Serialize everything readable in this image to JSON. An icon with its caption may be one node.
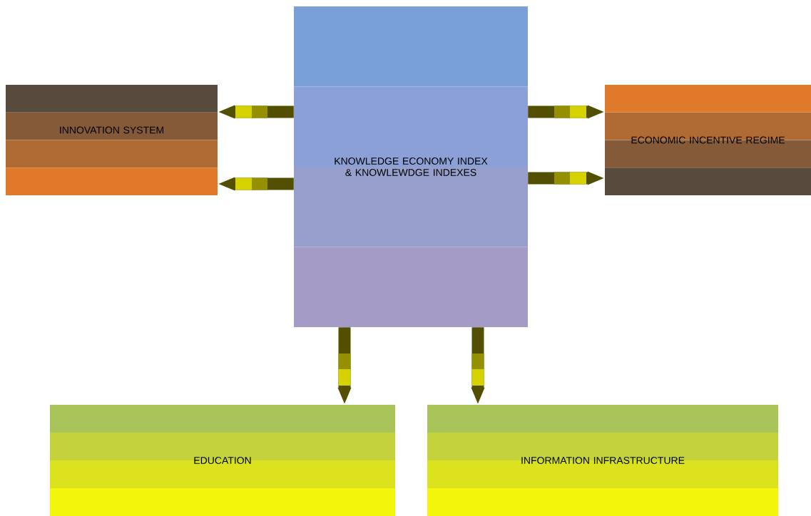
{
  "diagram": {
    "nodes": [
      {
        "text": [
          "KNOWLEDGE ECONOMY INDEX & KNOWLEWDGE INDEXES"
        ]
      },
      {
        "text": [
          "INNOVATION SYSTEM"
        ]
      },
      {
        "text": [
          "ECONOMIC INCENTIVE REGIME"
        ]
      },
      {
        "text": [
          "EDUCATION"
        ]
      },
      {
        "text": [
          "INFORMATION INFRASTRUCTURE"
        ]
      }
    ],
    "edges": [
      {
        "from": 0,
        "to": 1,
        "arrow": "to"
      },
      {
        "from": 0,
        "to": 1,
        "arrow": "to"
      },
      {
        "from": 0,
        "to": 2,
        "arrow": "to"
      },
      {
        "from": 0,
        "to": 2,
        "arrow": "to"
      },
      {
        "from": 0,
        "to": 3,
        "arrow": "to"
      },
      {
        "from": 0,
        "to": 4,
        "arrow": "to"
      }
    ]
  }
}
